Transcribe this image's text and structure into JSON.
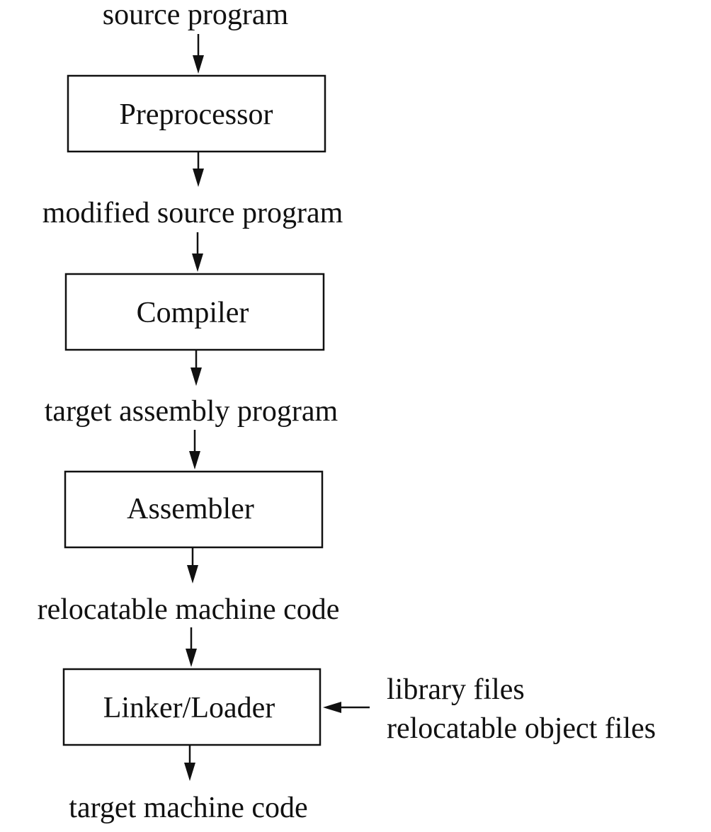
{
  "diagram": {
    "labels": {
      "source_program": "source program",
      "modified_source_program": "modified source program",
      "target_assembly_program": "target assembly program",
      "relocatable_machine_code": "relocatable machine code",
      "target_machine_code": "target machine code",
      "library_files": "library files",
      "relocatable_object_files": "relocatable object files"
    },
    "boxes": {
      "preprocessor": "Preprocessor",
      "compiler": "Compiler",
      "assembler": "Assembler",
      "linker_loader": "Linker/Loader"
    },
    "colors": {
      "ink": "#111111",
      "background": "#ffffff"
    }
  }
}
